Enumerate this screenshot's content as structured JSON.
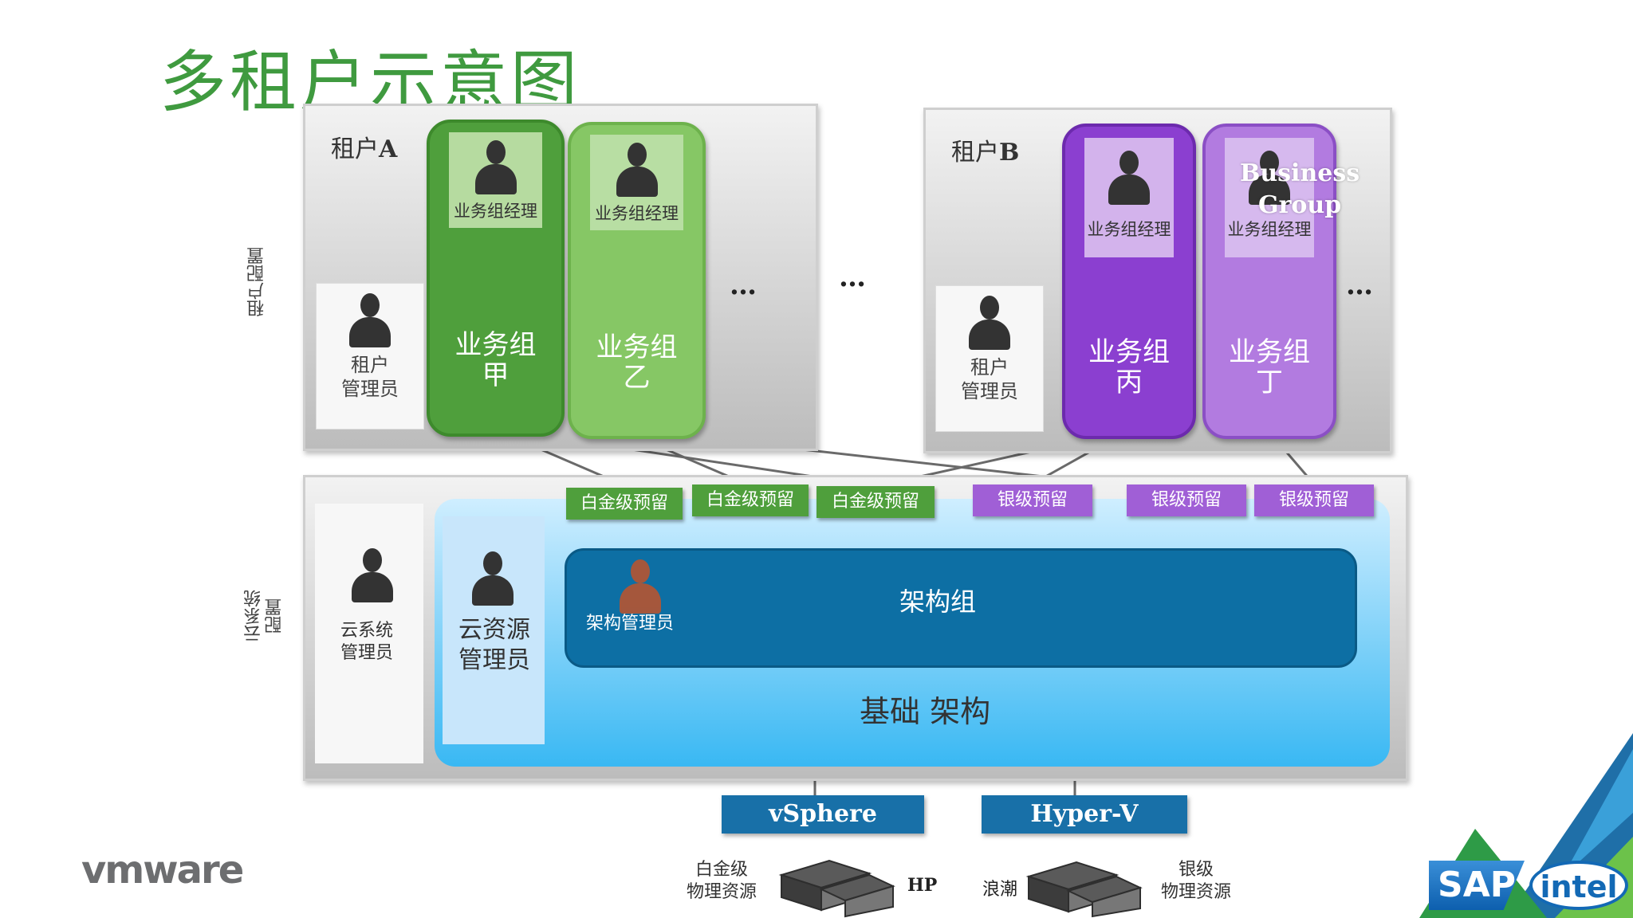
{
  "title": "多租户示意图",
  "side_labels": {
    "tenant_config": "租户配置",
    "cloud_config": "云系统\n配置"
  },
  "tenant_a": {
    "name_prefix": "租户",
    "name_letter": "A",
    "admin": "租户\n管理员",
    "groups": [
      {
        "manager": "业务组经理",
        "name": "业务组\n甲"
      },
      {
        "manager": "业务组经理",
        "name": "业务组\n乙"
      }
    ],
    "ellipsis": "…"
  },
  "middle_ellipsis": "…",
  "tenant_b": {
    "name_prefix": "租户",
    "name_letter": "B",
    "admin": "租户\n管理员",
    "groups": [
      {
        "manager": "业务组经理",
        "name": "业务组\n丙"
      },
      {
        "manager": "业务组经理",
        "name": "业务组\n丁"
      }
    ],
    "overlay": "Business\nGroup",
    "ellipsis": "…"
  },
  "reservations": [
    "白金级预留",
    "白金级预留",
    "白金级预留",
    "银级预留",
    "银级预留",
    "银级预留"
  ],
  "cloud": {
    "sys_admin": "云系统\n管理员",
    "res_admin": "云资源\n管理员",
    "arch_group": "架构组",
    "arch_admin": "架构管理员",
    "infra": "基础 架构"
  },
  "hypervisors": [
    "vSphere",
    "Hyper-V"
  ],
  "physical": {
    "left_label": "白金级\n物理资源",
    "left_vendor": "HP",
    "right_vendor": "浪潮",
    "right_label": "银级\n物理资源"
  },
  "logos": {
    "vmware": "vmware",
    "sap": "SAP",
    "intel": "intel"
  },
  "colors": {
    "title": "#3f9a3f",
    "green_dark": "#4f9f3c",
    "green_light": "#86c765",
    "purple_dark": "#8b3fd0",
    "purple_light": "#b27be0",
    "infra": "#39b8f3",
    "arch": "#0d6fa4"
  }
}
